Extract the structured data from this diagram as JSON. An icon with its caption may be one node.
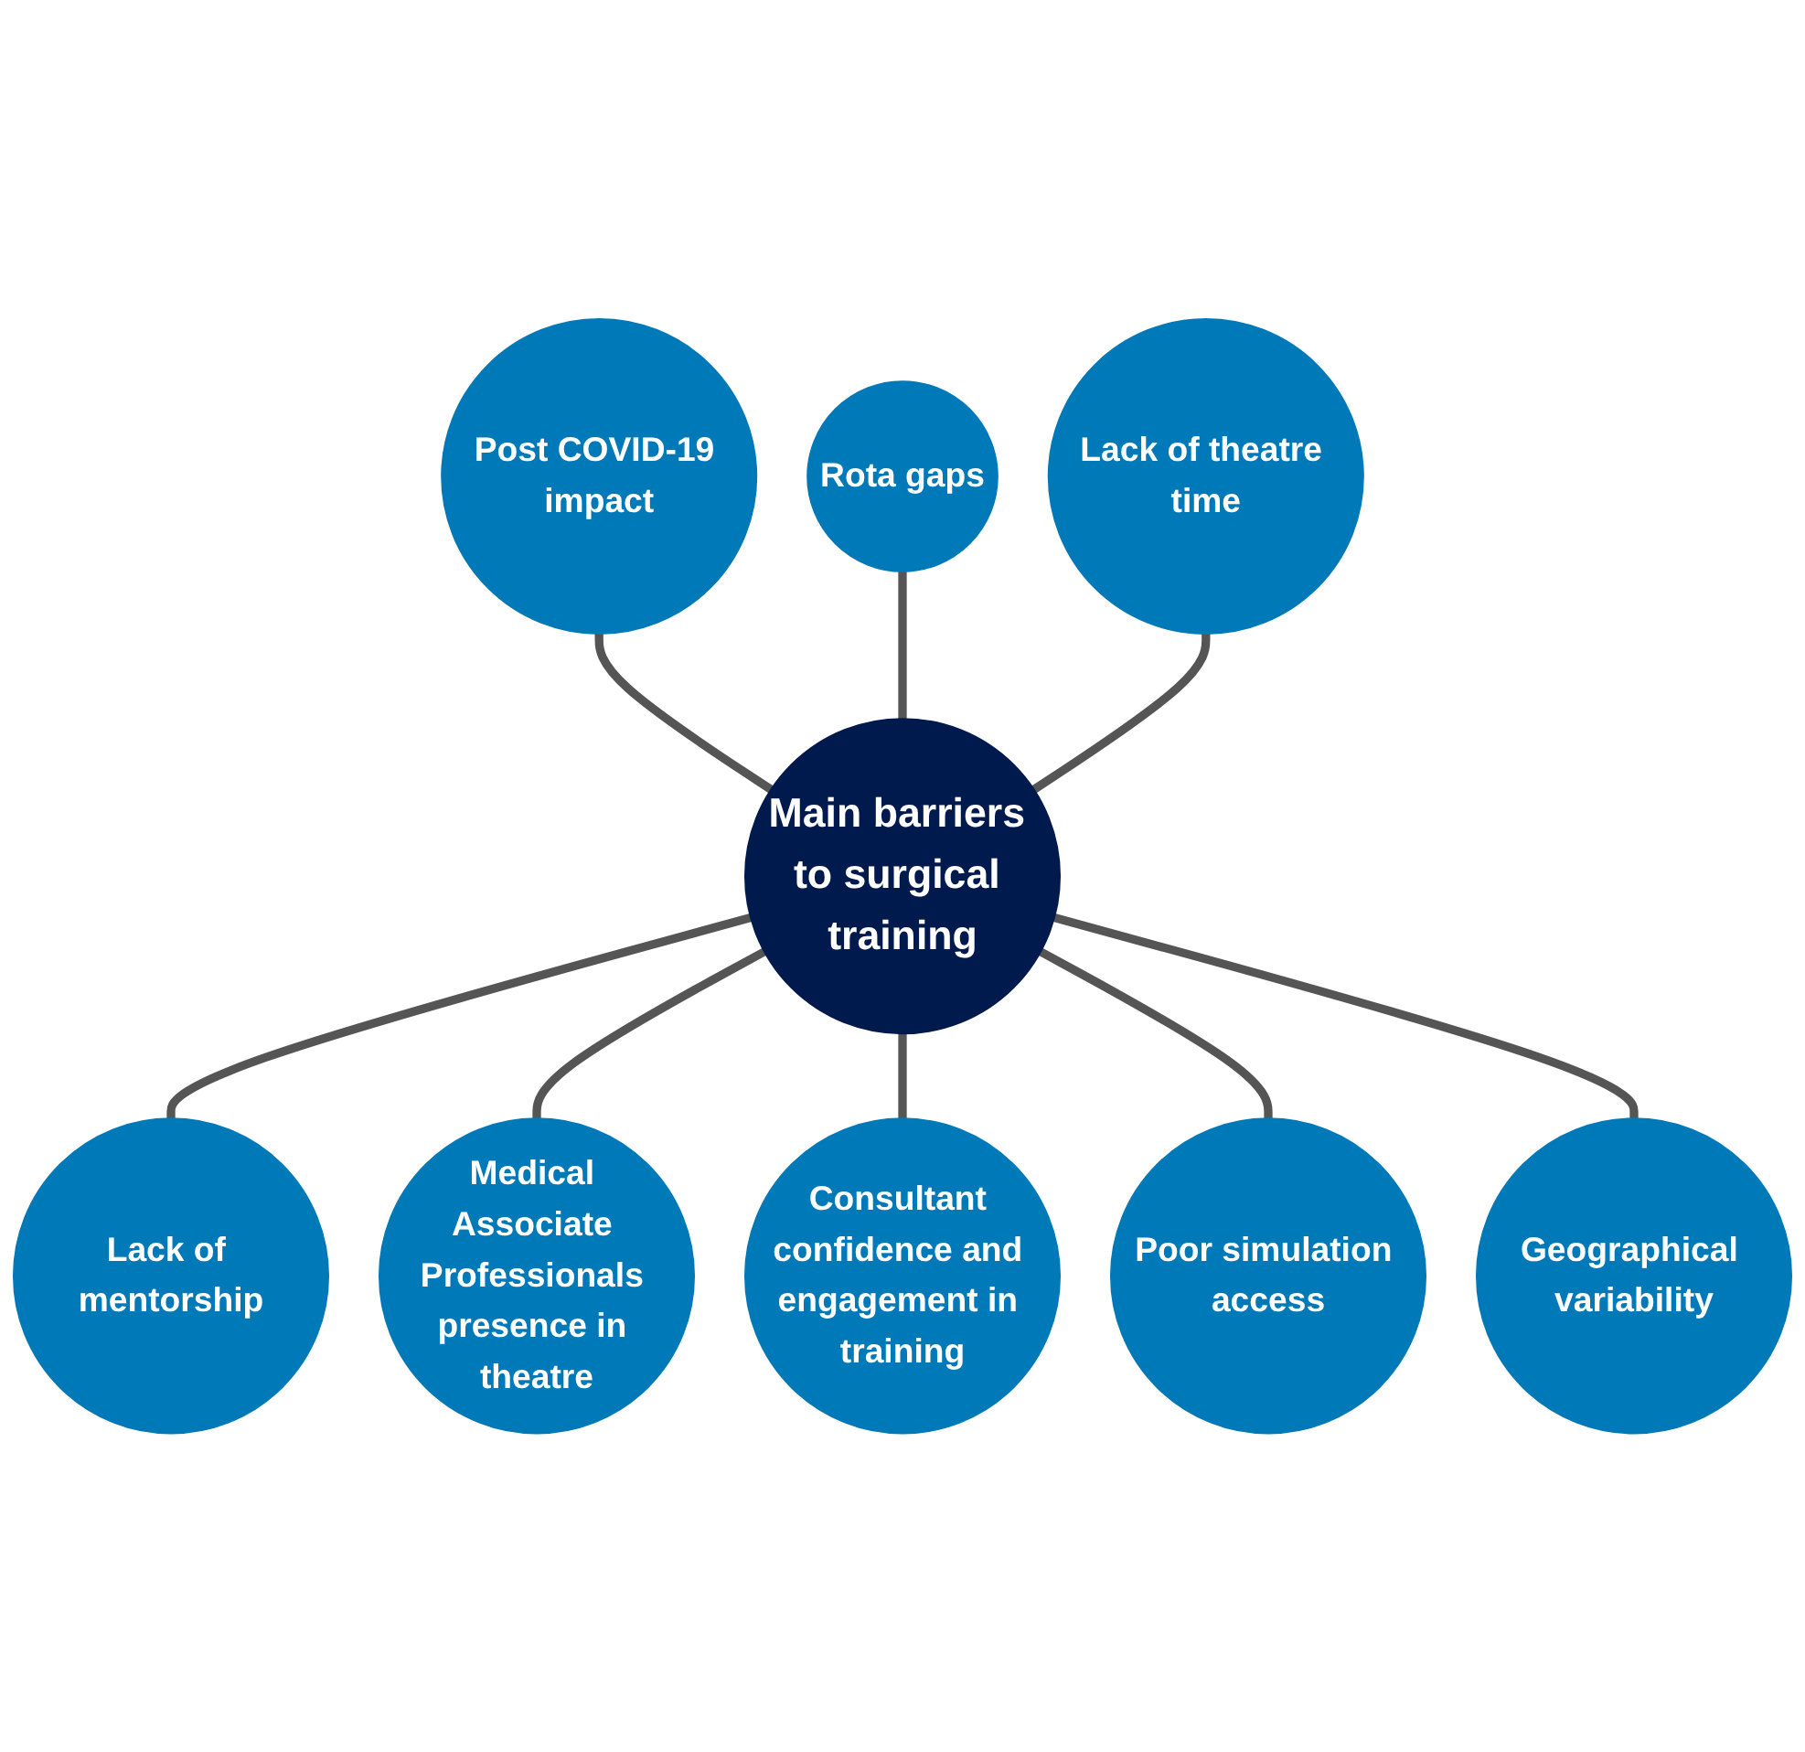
{
  "diagram": {
    "nodes": [
      {
        "text": [
          "Main barriers to surgical training"
        ]
      },
      {
        "text": [
          "Post COVID-19 impact"
        ]
      },
      {
        "text": [
          "Rota gaps"
        ]
      },
      {
        "text": [
          "Lack of theatre time"
        ]
      },
      {
        "text": [
          "Lack of mentorship"
        ]
      },
      {
        "text": [
          "Medical Associate Professionals presence in theatre"
        ]
      },
      {
        "text": [
          "Consultant confidence and engagement in training"
        ]
      },
      {
        "text": [
          "Poor simulation access"
        ]
      },
      {
        "text": [
          "Geographical variability"
        ]
      }
    ],
    "edges": [
      {
        "from": 1,
        "to": 0,
        "arrow": "none"
      },
      {
        "from": 2,
        "to": 0,
        "arrow": "none"
      },
      {
        "from": 3,
        "to": 0,
        "arrow": "none"
      },
      {
        "from": 0,
        "to": 4,
        "arrow": "none"
      },
      {
        "from": 0,
        "to": 5,
        "arrow": "none"
      },
      {
        "from": 0,
        "to": 6,
        "arrow": "none"
      },
      {
        "from": 0,
        "to": 7,
        "arrow": "none"
      },
      {
        "from": 0,
        "to": 8,
        "arrow": "none"
      }
    ]
  }
}
